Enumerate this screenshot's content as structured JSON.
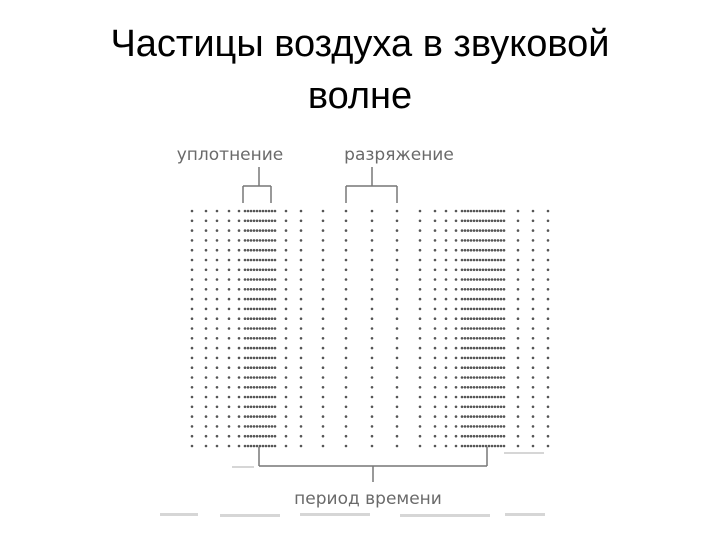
{
  "slide": {
    "title_line1": "Частицы воздуха в звуковой",
    "title_line2": "волне"
  },
  "diagram": {
    "label_compression": "уплотнение",
    "label_rarefaction": "разряжение",
    "label_period": "период времени",
    "particle_color": "#555555",
    "bracket_color": "#777777"
  }
}
